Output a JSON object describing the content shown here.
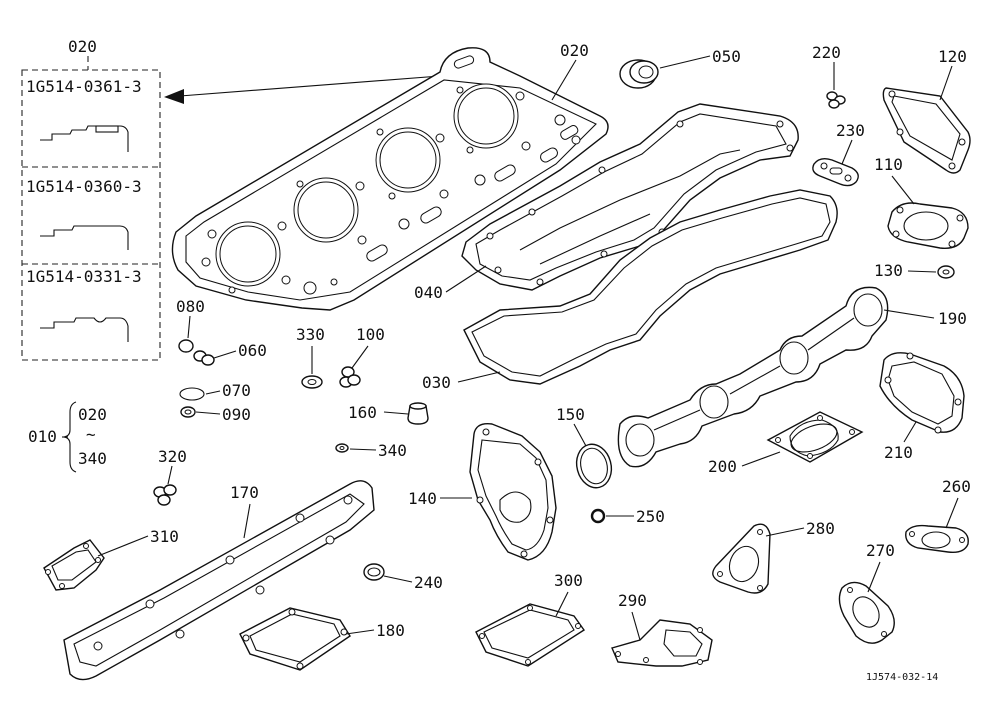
{
  "variants": {
    "header": "020",
    "items": [
      {
        "part": "1G514-0361-3"
      },
      {
        "part": "1G514-0360-3"
      },
      {
        "part": "1G514-0331-3"
      }
    ]
  },
  "set": {
    "code": "010",
    "from": "020",
    "tilde": "~",
    "to": "340"
  },
  "labels": {
    "l020": "020",
    "l050": "050",
    "l220": "220",
    "l120": "120",
    "l230": "230",
    "l110": "110",
    "l130": "130",
    "l040": "040",
    "l190": "190",
    "l080": "080",
    "l060": "060",
    "l330": "330",
    "l100": "100",
    "l030": "030",
    "l070": "070",
    "l090": "090",
    "l160": "160",
    "l150": "150",
    "l210": "210",
    "l340": "340",
    "l200": "200",
    "l320": "320",
    "l170": "170",
    "l140": "140",
    "l250": "250",
    "l260": "260",
    "l310": "310",
    "l280": "280",
    "l240": "240",
    "l270": "270",
    "l300": "300",
    "l290": "290",
    "l180": "180"
  },
  "figure_code": "1J574-032-14"
}
